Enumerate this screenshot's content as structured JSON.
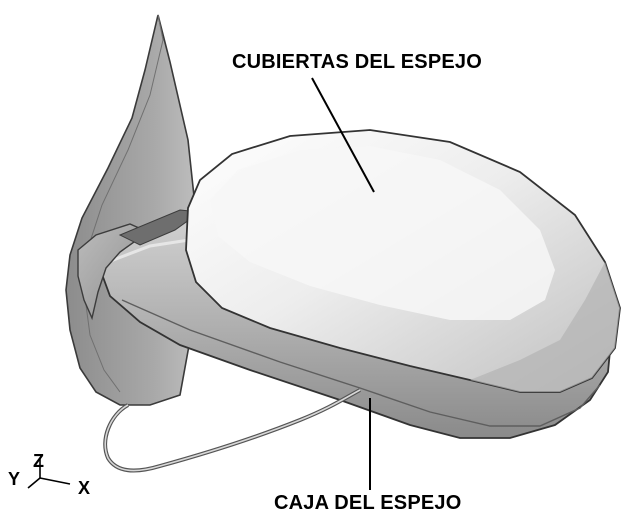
{
  "labels": {
    "cover": "CUBIERTAS DEL ESPEJO",
    "housing": "CAJA DEL ESPEJO"
  },
  "axes": {
    "z": "Z",
    "y": "Y",
    "x": "X"
  },
  "colors": {
    "background": "#ffffff",
    "text": "#000000",
    "cover_light": "#f1f1f1",
    "cover_mid": "#d9d9d9",
    "housing_mid": "#bdbdbd",
    "housing_dark": "#8f8f8f",
    "mount_arm": "#9c9c9c",
    "outline": "#333333"
  },
  "icons": {
    "orientation": "xyz-axis-triad-icon"
  }
}
